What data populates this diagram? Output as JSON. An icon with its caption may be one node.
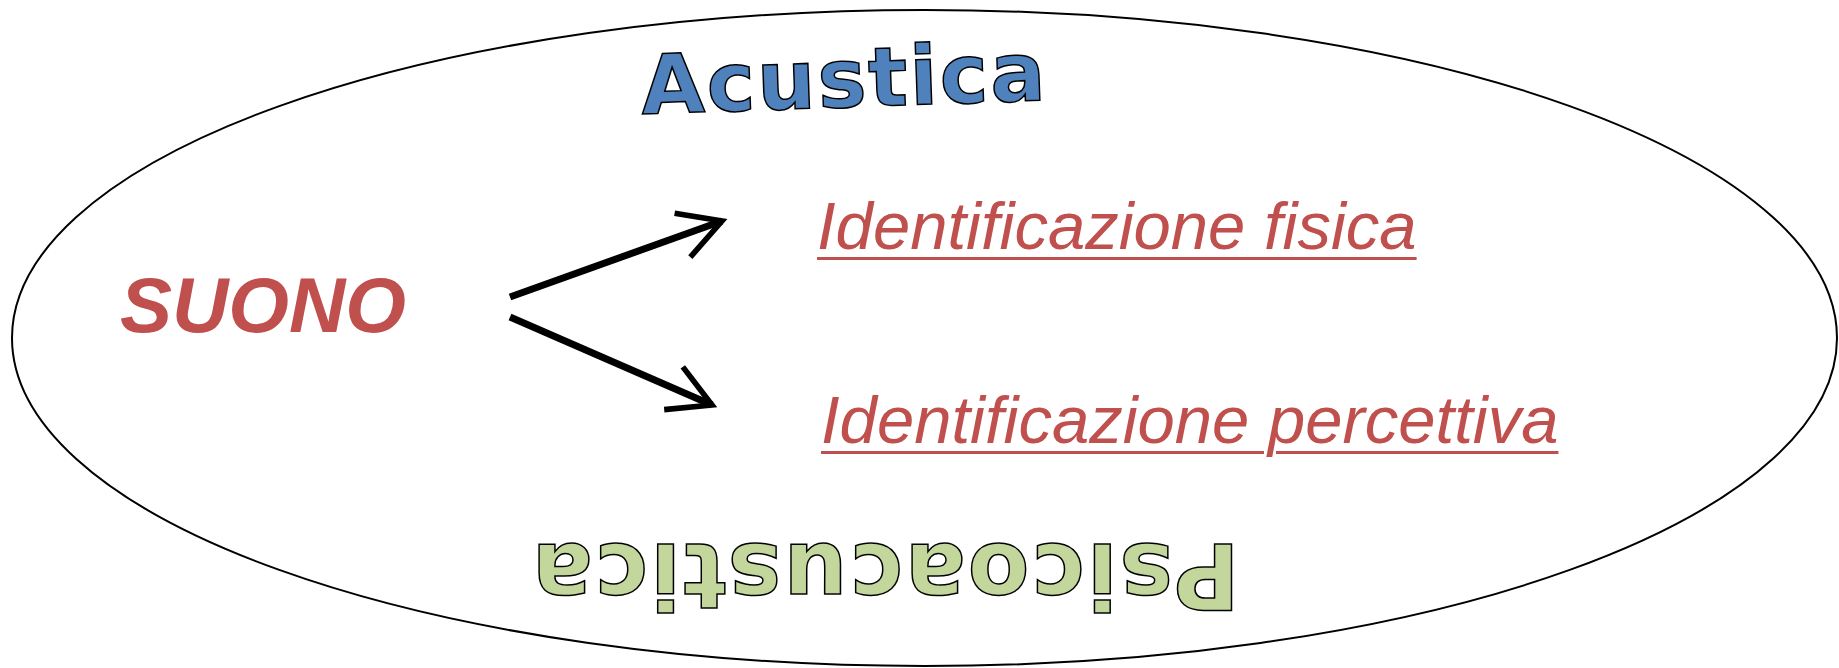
{
  "diagram": {
    "nodes": [
      {
        "text": [
          "Acustica",
          "Psicoacustica"
        ]
      },
      {
        "text": [
          "SUONO"
        ],
        "in": 0
      },
      {
        "text": [
          "Identificazione fisica"
        ],
        "in": 0
      },
      {
        "text": [
          "Identificazione percettiva"
        ],
        "in": 0
      }
    ],
    "edges": [
      {
        "from": 1,
        "to": 2,
        "arrow": "to"
      },
      {
        "from": 1,
        "to": 3,
        "arrow": "to"
      }
    ]
  }
}
